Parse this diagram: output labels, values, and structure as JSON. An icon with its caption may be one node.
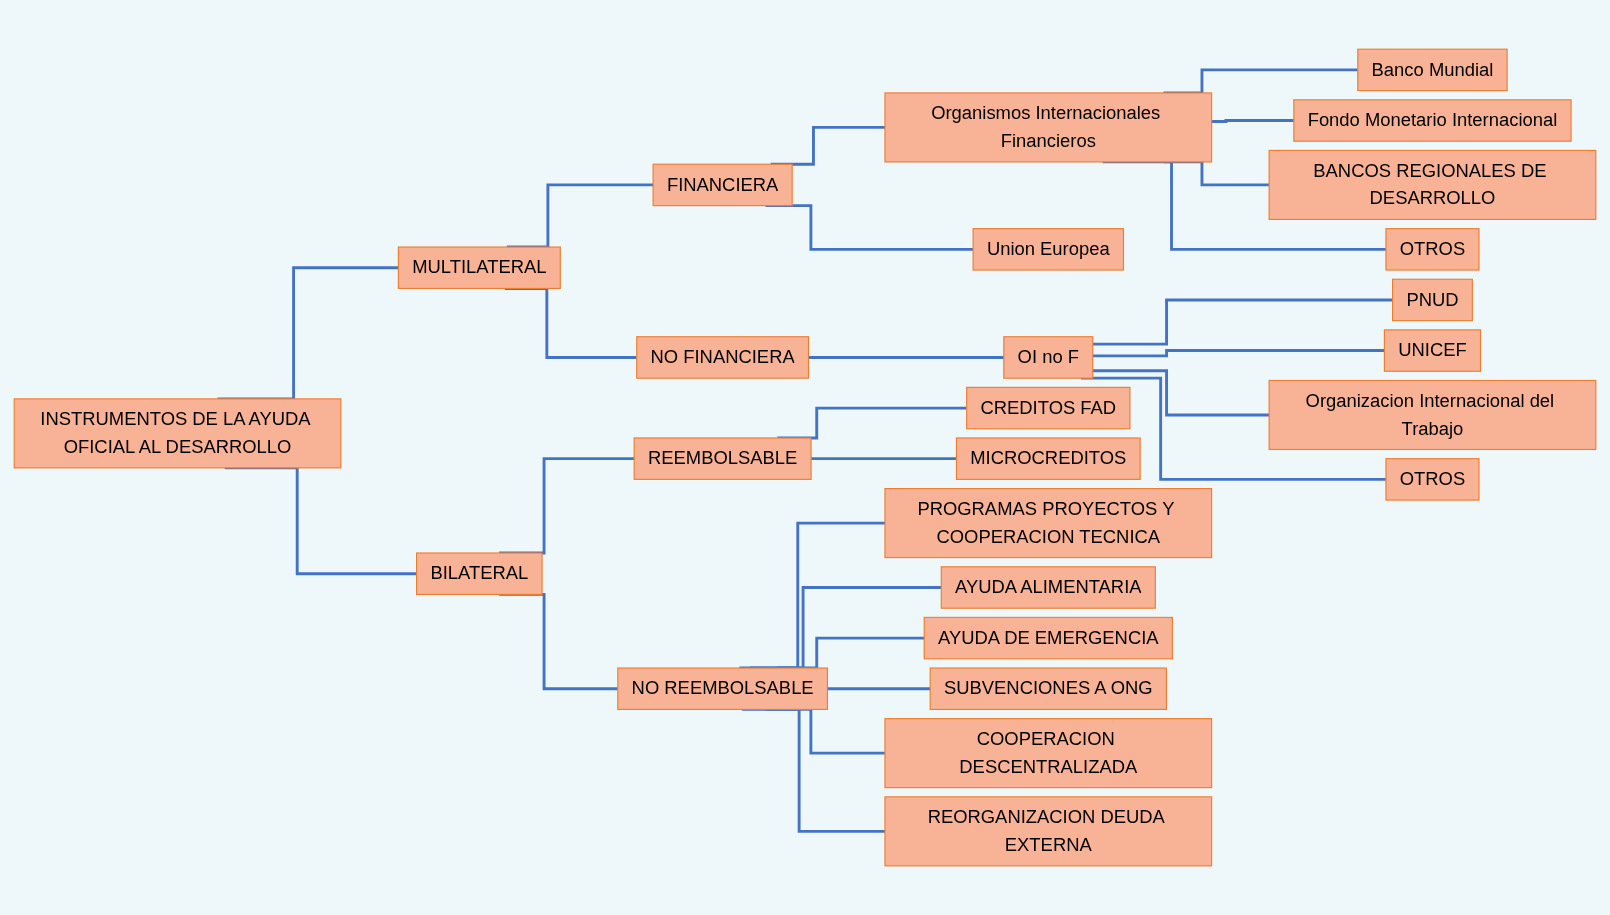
{
  "diagram": {
    "nodes": [
      {
        "text": [
          "INSTRUMENTOS DE LA AYUDA OFICIAL AL DESARROLLO"
        ]
      },
      {
        "text": [
          "MULTILATERAL"
        ]
      },
      {
        "text": [
          "BILATERAL"
        ]
      },
      {
        "text": [
          "FINANCIERA"
        ]
      },
      {
        "text": [
          "NO FINANCIERA"
        ]
      },
      {
        "text": [
          "REEMBOLSABLE"
        ]
      },
      {
        "text": [
          "NO REEMBOLSABLE"
        ]
      },
      {
        "text": [
          "Organismos Internacionales Financieros"
        ]
      },
      {
        "text": [
          "Union Europea"
        ]
      },
      {
        "text": [
          "OI no F"
        ]
      },
      {
        "text": [
          "CREDITOS FAD"
        ]
      },
      {
        "text": [
          "MICROCREDITOS"
        ]
      },
      {
        "text": [
          "PROGRAMAS PROYECTOS Y COOPERACION TECNICA"
        ]
      },
      {
        "text": [
          "Banco Mundial"
        ]
      },
      {
        "text": [
          "PNUD"
        ]
      },
      {
        "text": [
          "AYUDA ALIMENTARIA"
        ]
      },
      {
        "text": [
          "Fondo Monetario Internacional"
        ]
      },
      {
        "text": [
          "UNICEF"
        ]
      },
      {
        "text": [
          "AYUDA DE EMERGENCIA"
        ]
      },
      {
        "text": [
          "BANCOS REGIONALES DE DESARROLLO"
        ]
      },
      {
        "text": [
          "Organizacion Internacional del Trabajo"
        ]
      },
      {
        "text": [
          "SUBVENCIONES A ONG"
        ]
      },
      {
        "text": [
          "OTROS"
        ]
      },
      {
        "text": [
          "OTROS"
        ]
      },
      {
        "text": [
          "COOPERACION DESCENTRALIZADA"
        ]
      },
      {
        "text": [
          "REORGANIZACION DEUDA EXTERNA"
        ]
      }
    ],
    "edges": [
      {
        "from": 0,
        "to": 1,
        "arrow": "none"
      },
      {
        "from": 0,
        "to": 2,
        "arrow": "none"
      },
      {
        "from": 1,
        "to": 3,
        "arrow": "none"
      },
      {
        "from": 1,
        "to": 4,
        "arrow": "none"
      },
      {
        "from": 2,
        "to": 5,
        "arrow": "none"
      },
      {
        "from": 2,
        "to": 6,
        "arrow": "none"
      },
      {
        "from": 3,
        "to": 7,
        "arrow": "none"
      },
      {
        "from": 3,
        "to": 8,
        "arrow": "none"
      },
      {
        "from": 4,
        "to": 9,
        "arrow": "none"
      },
      {
        "from": 5,
        "to": 10,
        "arrow": "none"
      },
      {
        "from": 5,
        "to": 11,
        "arrow": "none"
      },
      {
        "from": 6,
        "to": 12,
        "arrow": "none"
      },
      {
        "from": 6,
        "to": 15,
        "arrow": "none"
      },
      {
        "from": 6,
        "to": 18,
        "arrow": "none"
      },
      {
        "from": 6,
        "to": 21,
        "arrow": "none"
      },
      {
        "from": 6,
        "to": 24,
        "arrow": "none"
      },
      {
        "from": 6,
        "to": 25,
        "arrow": "none"
      },
      {
        "from": 7,
        "to": 13,
        "arrow": "none"
      },
      {
        "from": 7,
        "to": 16,
        "arrow": "none"
      },
      {
        "from": 7,
        "to": 19,
        "arrow": "none"
      },
      {
        "from": 7,
        "to": 22,
        "arrow": "none"
      },
      {
        "from": 9,
        "to": 14,
        "arrow": "none"
      },
      {
        "from": 9,
        "to": 17,
        "arrow": "none"
      },
      {
        "from": 9,
        "to": 20,
        "arrow": "none"
      },
      {
        "from": 9,
        "to": 23,
        "arrow": "none"
      }
    ]
  }
}
